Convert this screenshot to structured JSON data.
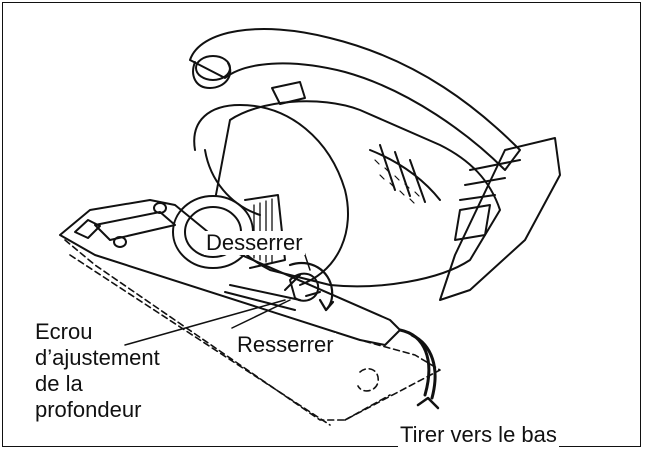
{
  "labels": {
    "loosen": "Desserrer",
    "tighten": "Resserrer",
    "depth_nut_line1": "Ecrou",
    "depth_nut_line2": "d’ajustement",
    "depth_nut_line3": "de la",
    "depth_nut_line4": "profondeur",
    "pull_down": "Tirer vers le bas"
  }
}
